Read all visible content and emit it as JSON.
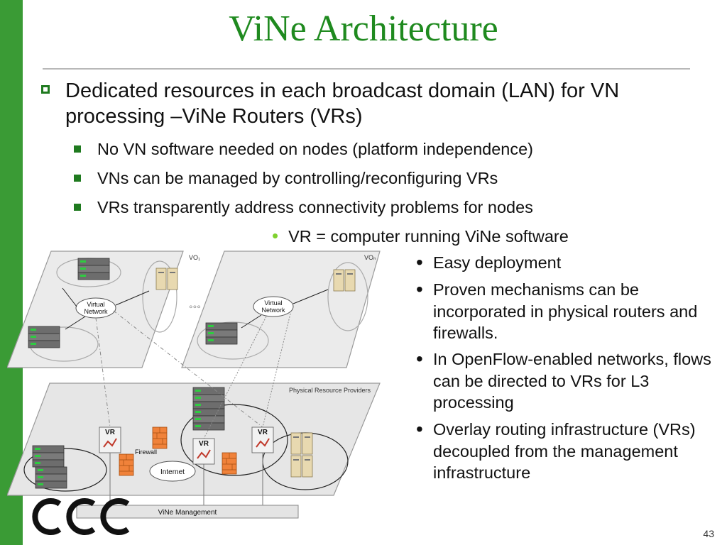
{
  "title": "ViNe Architecture",
  "bullet_main": "Dedicated resources in each broadcast domain (LAN) for VN processing –ViNe Routers (VRs)",
  "sub_bullets": [
    "No VN software needed on nodes (platform independence)",
    "VNs can be managed by controlling/reconfiguring VRs",
    "VRs transparently address connectivity problems for nodes"
  ],
  "vr_definition": "VR = computer running ViNe software",
  "right_bullets": [
    "Easy deployment",
    "Proven mechanisms can be incorporated in physical routers and firewalls.",
    "In OpenFlow-enabled networks, flows can be directed to VRs for L3 processing",
    "Overlay routing infrastructure (VRs) decoupled from the management infrastructure"
  ],
  "diagram": {
    "vo1_label": "VO₁",
    "von_label": "VOₙ",
    "virtual_network_label_line1": "Virtual",
    "virtual_network_label_line2": "Network",
    "ellipsis": "°°°",
    "physical_label": "Physical Resource Providers",
    "vr_label": "VR",
    "firewall_label": "Firewall",
    "internet_label": "Internet",
    "management_label": "ViNe Management"
  },
  "logo_text": "CCC",
  "page_number": "43",
  "colors": {
    "accent_green": "#1f8a1f",
    "side_bar": "#3a9b35",
    "bullet_green": "#7fd12f"
  }
}
